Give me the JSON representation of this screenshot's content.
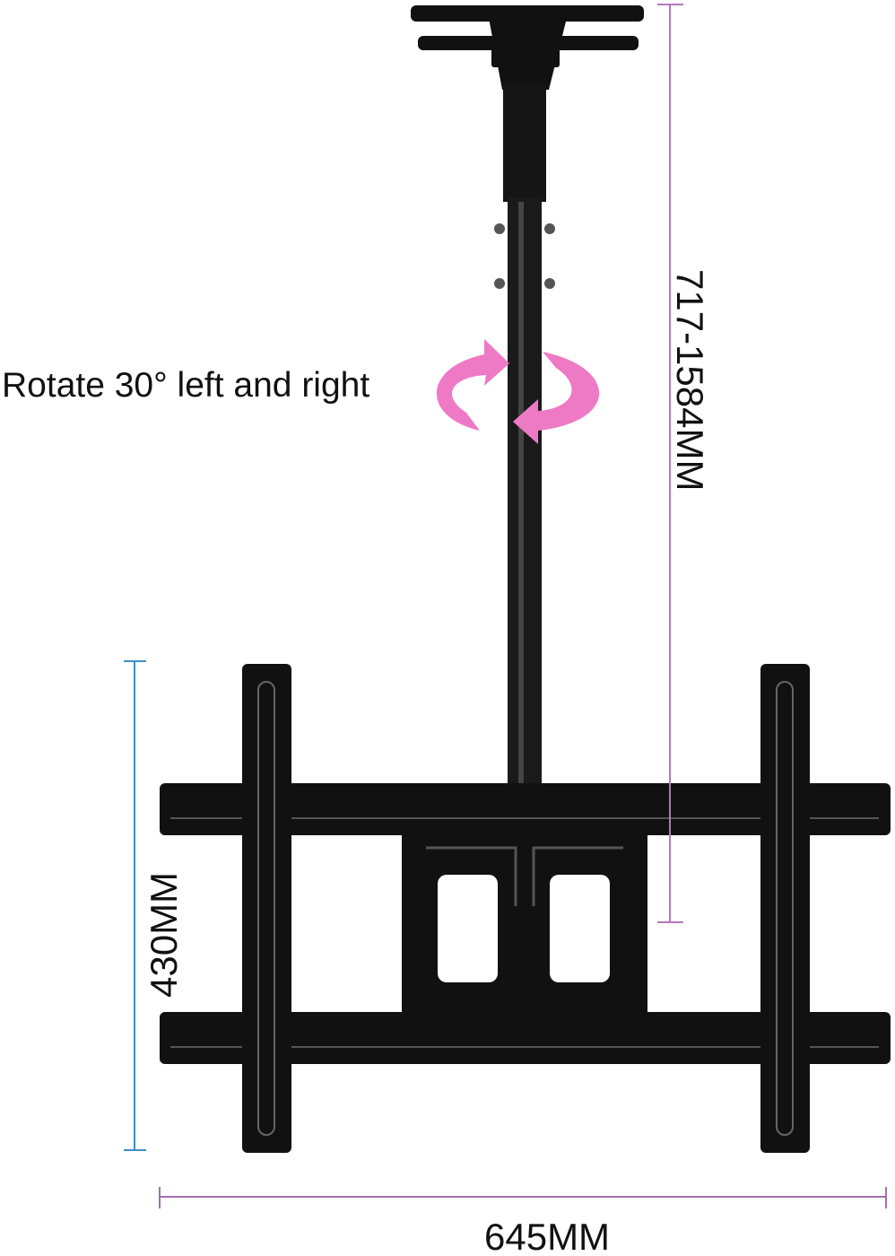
{
  "labels": {
    "rotation": "Rotate 30° left and right",
    "drop_height": "717-1584MM",
    "mount_height": "430MM",
    "mount_width": "645MM"
  },
  "colors": {
    "mount": "#111111",
    "rotation_arrow": "#ee7ac6",
    "dimension_pink": "#b07ab8",
    "dimension_blue": "#3f8fc4"
  }
}
